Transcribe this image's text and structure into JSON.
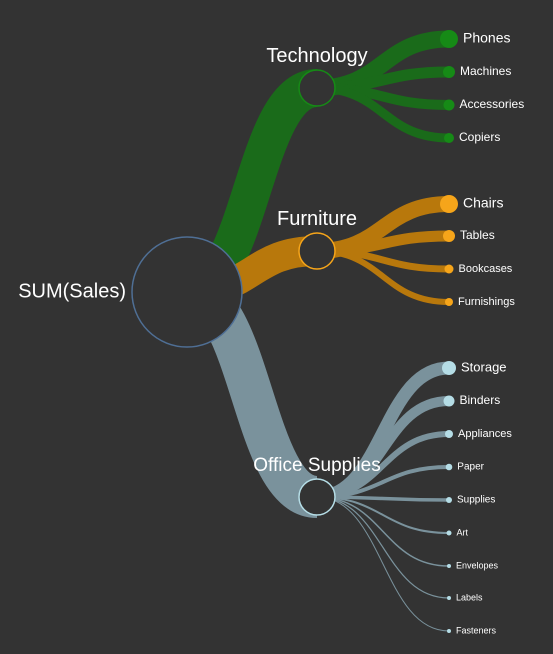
{
  "chart_data": {
    "type": "tree",
    "root": {
      "label": "SUM(Sales)"
    },
    "categories": [
      {
        "label": "Technology",
        "color": "#1a6b1a",
        "node_color": "#168a16",
        "children": [
          {
            "label": "Phones"
          },
          {
            "label": "Machines"
          },
          {
            "label": "Accessories"
          },
          {
            "label": "Copiers"
          }
        ]
      },
      {
        "label": "Furniture",
        "color": "#b8780c",
        "node_color": "#f6a51a",
        "children": [
          {
            "label": "Chairs"
          },
          {
            "label": "Tables"
          },
          {
            "label": "Bookcases"
          },
          {
            "label": "Furnishings"
          }
        ]
      },
      {
        "label": "Office Supplies",
        "color": "#7a929c",
        "node_color": "#b5dde6",
        "children": [
          {
            "label": "Storage"
          },
          {
            "label": "Binders"
          },
          {
            "label": "Appliances"
          },
          {
            "label": "Paper"
          },
          {
            "label": "Supplies"
          },
          {
            "label": "Art"
          },
          {
            "label": "Envelopes"
          },
          {
            "label": "Labels"
          },
          {
            "label": "Fasteners"
          }
        ]
      }
    ]
  }
}
